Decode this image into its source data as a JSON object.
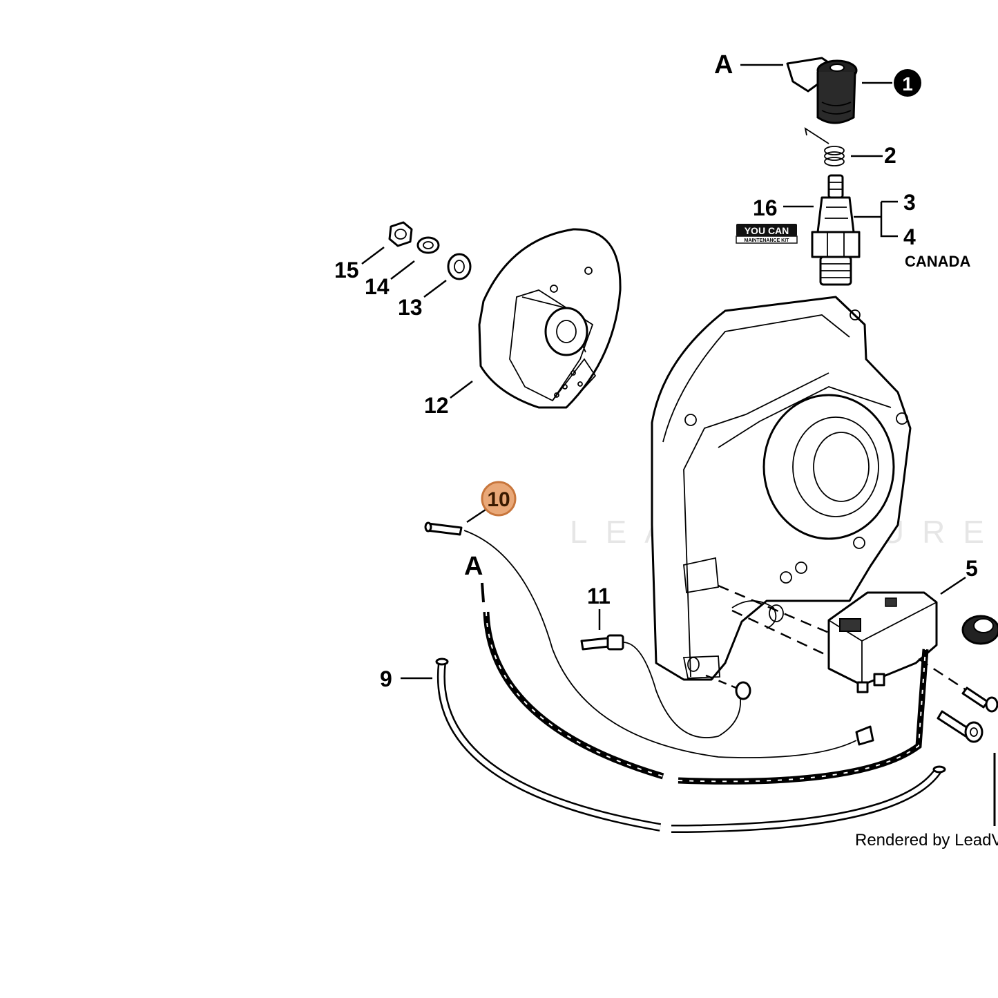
{
  "diagram": {
    "callouts": {
      "c1": "1",
      "c2": "2",
      "c3": "3",
      "c4": "4",
      "c5": "5",
      "c9": "9",
      "c10": "10",
      "c11": "11",
      "c12": "12",
      "c13": "13",
      "c14": "14",
      "c15": "15",
      "c16": "16"
    },
    "reference_labels": {
      "a_top": "A",
      "a_bottom": "A"
    },
    "region_note": "CANADA",
    "maintenance_kit": {
      "top": "YOU CAN",
      "bottom": "MAINTENANCE KIT"
    },
    "watermark": "LEADVENTURE",
    "footer": "Rendered by LeadVenture",
    "highlight": {
      "part": "10",
      "fill_color": "#e9a878",
      "stroke_color": "#c8763c"
    }
  }
}
